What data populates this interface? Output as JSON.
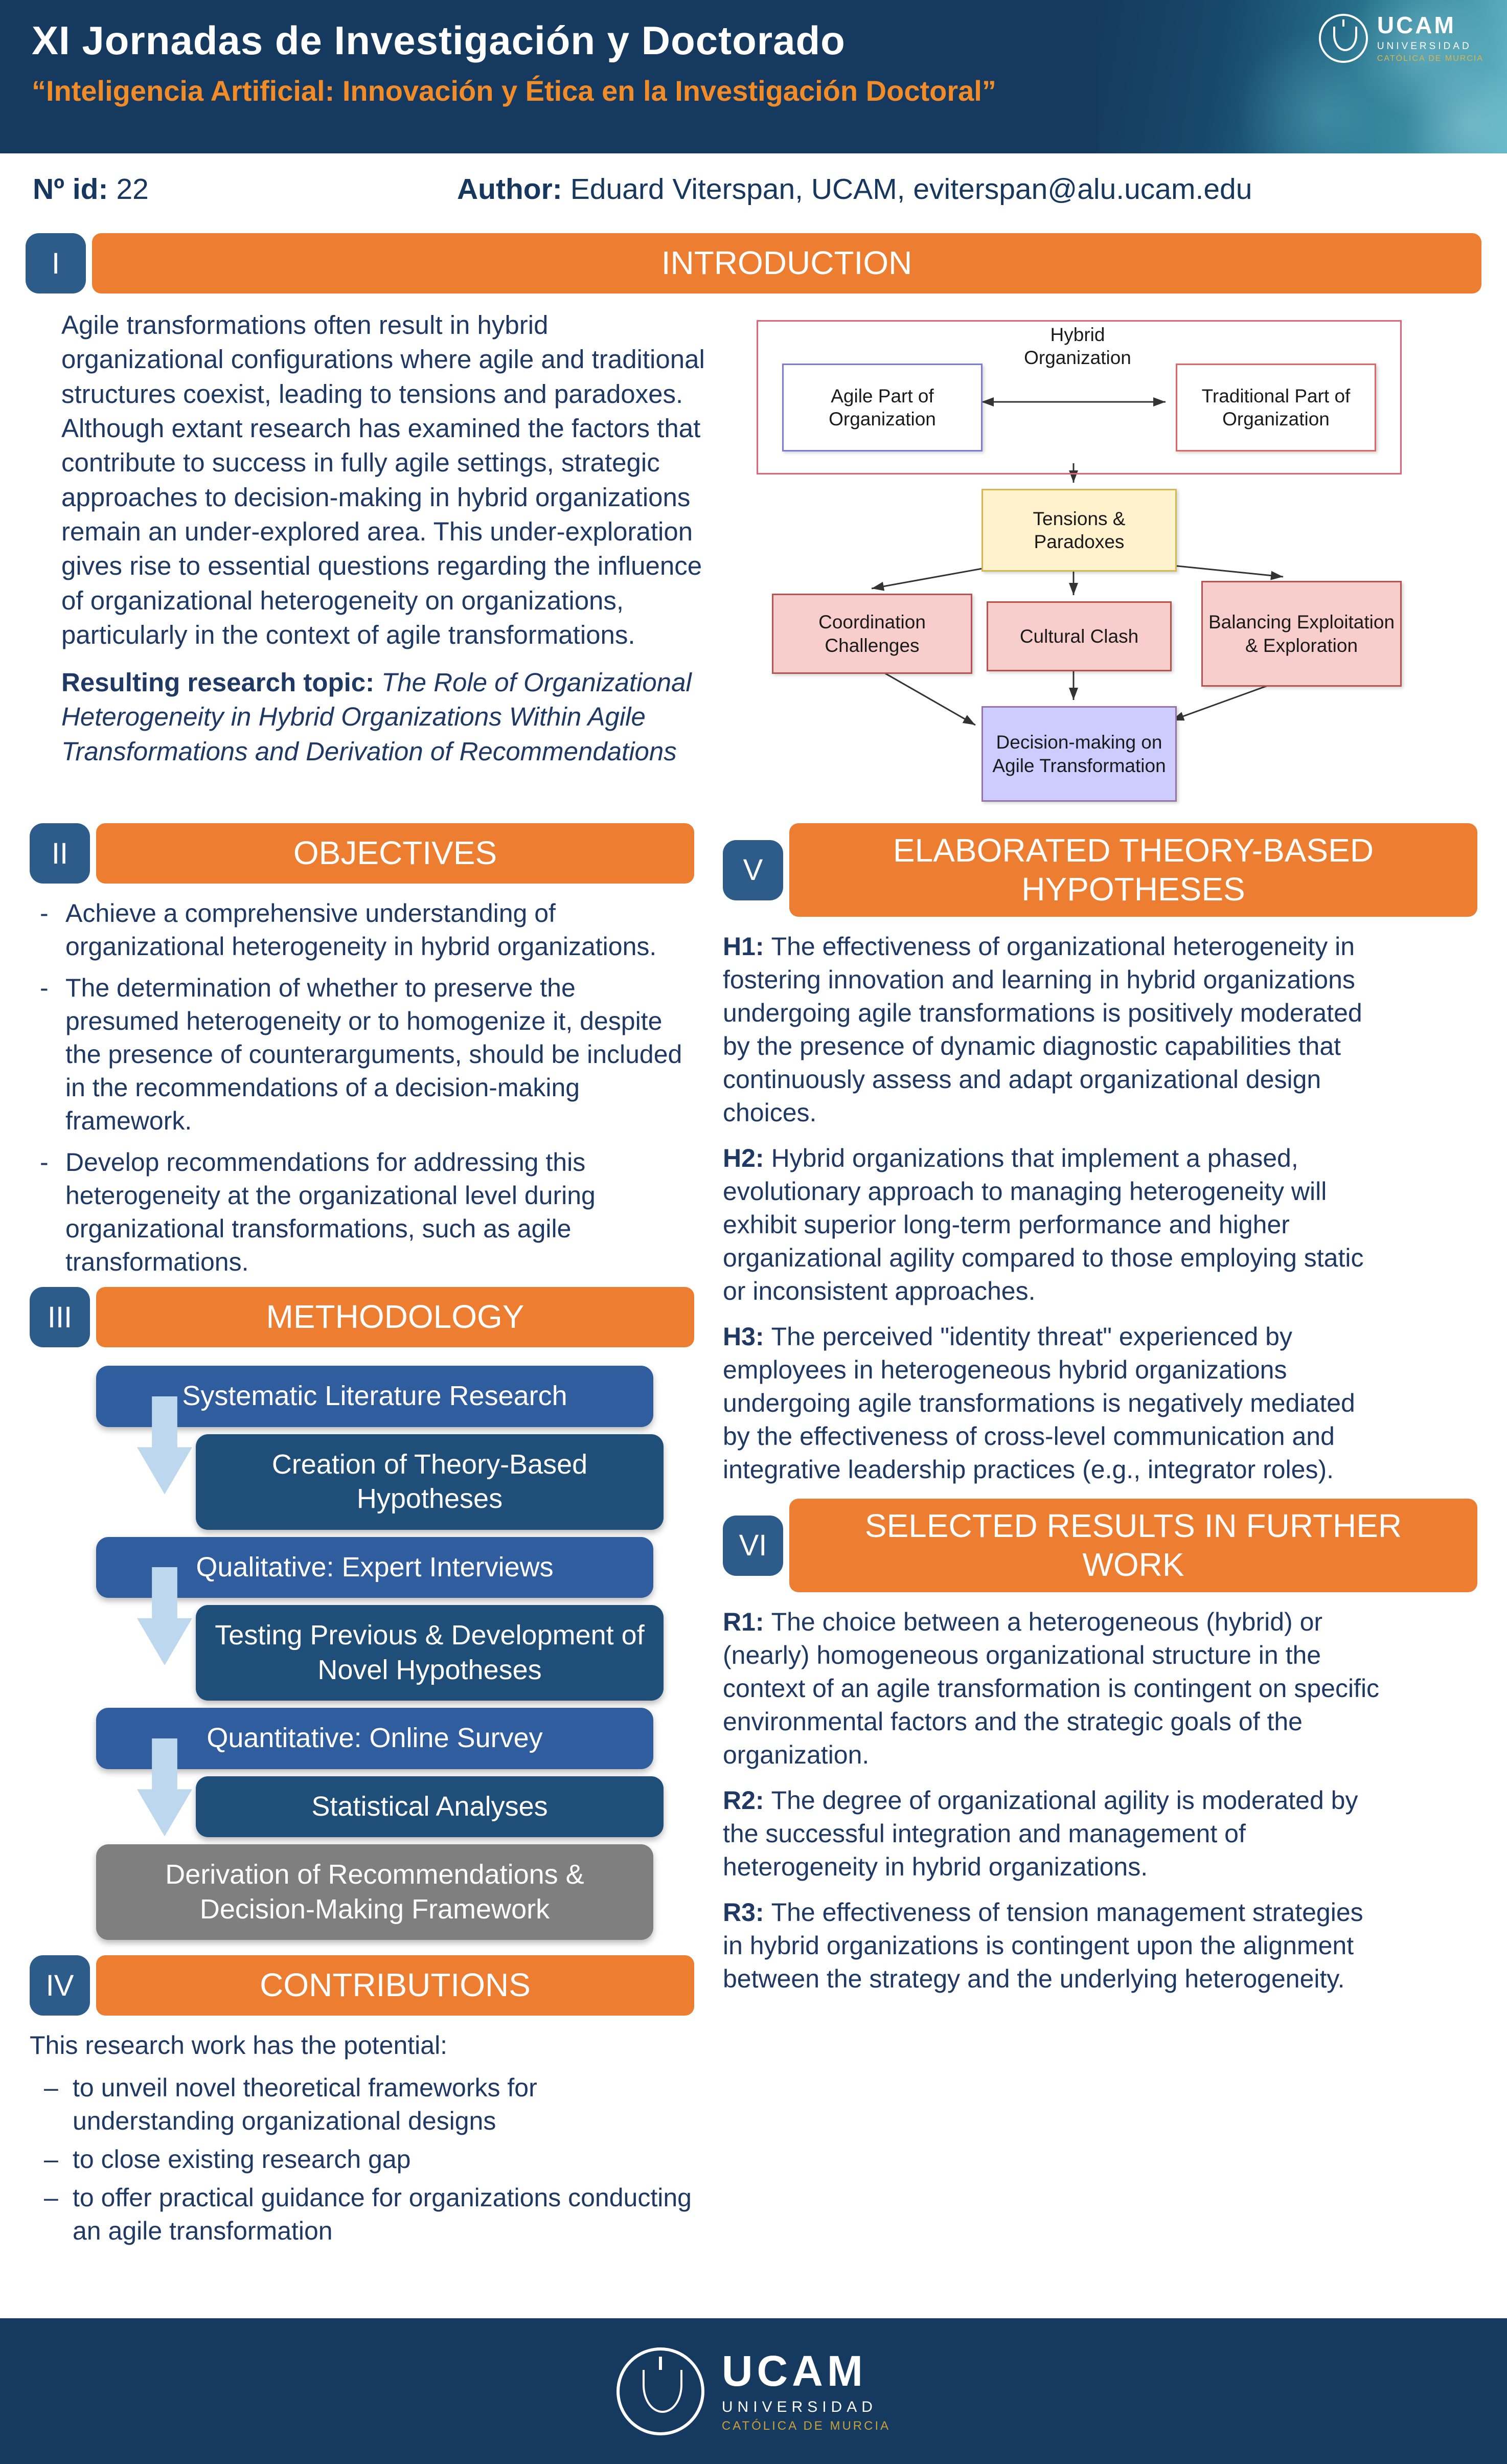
{
  "header": {
    "title": "XI Jornadas de Investigación y Doctorado",
    "subtitle": "“Inteligencia Artificial: Innovación y Ética en la Investigación Doctoral”"
  },
  "logo": {
    "name": "UCAM",
    "line1": "UNIVERSIDAD",
    "line2": "CATÓLICA DE MURCIA"
  },
  "meta": {
    "id_label": "Nº id:",
    "id_value": "22",
    "author_label": "Author:",
    "author_value": "Eduard Viterspan, UCAM, eviterspan@alu.ucam.edu"
  },
  "colors": {
    "navy": "#163A5F",
    "orange": "#ED7D31",
    "badge_blue": "#2E5C8A",
    "step_blue": "#2F5D9E",
    "step_dark": "#1F4E79",
    "step_gray": "#7F7F7F",
    "arrow_light_blue": "#BDD7EE"
  },
  "sections": {
    "intro": {
      "numeral": "I",
      "title": "INTRODUCTION",
      "paragraph": "Agile transformations often result in hybrid organizational configurations where agile and traditional structures coexist, leading to tensions and paradoxes. Although extant research has examined the factors that contribute to success in fully agile settings, strategic approaches to decision-making in hybrid organizations remain an under-explored area. This under-exploration gives rise to essential questions regarding the influence of organizational heterogeneity on organizations, particularly in the context of agile transformations.",
      "topic_label": "Resulting research topic:",
      "topic_text": "The Role of Organizational Heterogeneity in Hybrid Organizations Within Agile Transformations and Derivation of Recommendations"
    },
    "objectives": {
      "numeral": "II",
      "title": "OBJECTIVES",
      "items": [
        "Achieve a comprehensive understanding of organizational heterogeneity in hybrid organizations.",
        "The determination of whether to preserve the presumed heterogeneity or to homogenize it, despite the presence of counterarguments, should be included in the recommendations of a decision-making framework.",
        "Develop recommendations for addressing this heterogeneity at the organizational level during organizational transformations, such as agile transformations."
      ]
    },
    "methodology": {
      "numeral": "III",
      "title": "METHODOLOGY",
      "steps": [
        {
          "label": "Systematic Literature Research",
          "style": "blue"
        },
        {
          "label": "Creation of Theory-Based Hypotheses",
          "style": "dark"
        },
        {
          "label": "Qualitative: Expert Interviews",
          "style": "blue"
        },
        {
          "label": "Testing Previous & Development of Novel Hypotheses",
          "style": "dark"
        },
        {
          "label": "Quantitative: Online Survey",
          "style": "blue"
        },
        {
          "label": "Statistical Analyses",
          "style": "dark"
        },
        {
          "label": "Derivation of Recommendations & Decision-Making Framework",
          "style": "gray"
        }
      ]
    },
    "contributions": {
      "numeral": "IV",
      "title": "CONTRIBUTIONS",
      "lead": "This research work has the potential:",
      "items": [
        "to unveil novel theoretical frameworks for understanding organizational designs",
        "to close existing research gap",
        "to offer practical guidance for organizations conducting an agile transformation"
      ]
    },
    "hypotheses": {
      "numeral": "V",
      "title": "ELABORATED THEORY-BASED HYPOTHESES",
      "items": [
        {
          "label": "H1:",
          "text": "The effectiveness of organizational heterogeneity in fostering innovation and learning in hybrid organizations undergoing agile transformations is positively moderated by the presence of dynamic diagnostic capabilities that continuously assess and adapt organizational design choices."
        },
        {
          "label": "H2:",
          "text": "Hybrid organizations that implement a phased, evolutionary approach to managing heterogeneity will exhibit superior long-term performance and higher organizational agility compared to those employing static or inconsistent approaches."
        },
        {
          "label": "H3:",
          "text": "The perceived \"identity threat\" experienced by employees in heterogeneous hybrid organizations undergoing agile transformations is negatively mediated by the effectiveness of cross-level communication and integrative leadership practices (e.g., integrator roles)."
        }
      ]
    },
    "results": {
      "numeral": "VI",
      "title": "SELECTED RESULTS IN FURTHER WORK",
      "items": [
        {
          "label": "R1:",
          "text": "The choice between a heterogeneous (hybrid) or (nearly) homogeneous organizational structure in the context of an agile transformation is contingent on specific environmental factors and the strategic goals of the organization."
        },
        {
          "label": "R2:",
          "text": "The degree of organizational agility is moderated by the successful integration and management of heterogeneity in hybrid organizations."
        },
        {
          "label": "R3:",
          "text": "The effectiveness of tension management strategies in hybrid organizations is contingent upon the alignment between the strategy and the underlying heterogeneity."
        }
      ]
    }
  },
  "diagram": {
    "hybrid": "Hybrid Organization",
    "agile": "Agile Part of Organization",
    "traditional": "Traditional Part of Organization",
    "tensions": "Tensions & Paradoxes",
    "coordination": "Coordination Challenges",
    "cultural": "Cultural Clash",
    "balancing": "Balancing Exploitation & Exploration",
    "decision": "Decision-making on Agile Transformation"
  }
}
